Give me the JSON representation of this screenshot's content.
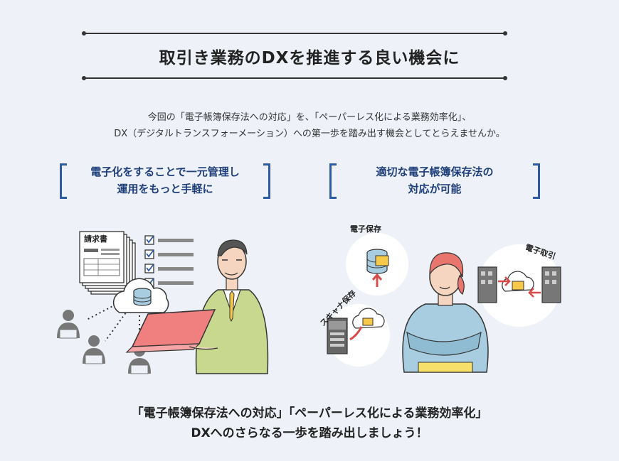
{
  "heading": "取引き業務のDXを推進する良い機会に",
  "intro": {
    "line1": "今回の「電子帳簿保存法への対応」を、「ペーパーレス化による業務効率化」、",
    "line2": "DX（デジタルトランスフォーメーション）への第一歩を踏み出す機会としてとらえませんか。"
  },
  "features": [
    {
      "line1": "電子化をすることで一元管理し",
      "line2": "運用をもっと手軽に"
    },
    {
      "line1": "適切な電子帳簿保存法の",
      "line2": "対応が可能"
    }
  ],
  "left_illustration": {
    "document_label": "請求書"
  },
  "right_illustration": {
    "label_storage": "電子保存",
    "label_scanner": "スキャナ保存",
    "label_transaction": "電子取引"
  },
  "closing": {
    "line1": "「電子帳簿保存法への対応」「ペーパーレス化による業務効率化」",
    "line2": "DXへのさらなる一歩を踏み出しましょう！"
  },
  "colors": {
    "background": "#eef2f8",
    "accent_blue": "#2d5aa0",
    "feature_text": "#1f3f7a",
    "laptop": "#f07f7f",
    "suit": "#c8d98f",
    "shirt": "#a8cde0",
    "folder": "#f7c948"
  }
}
